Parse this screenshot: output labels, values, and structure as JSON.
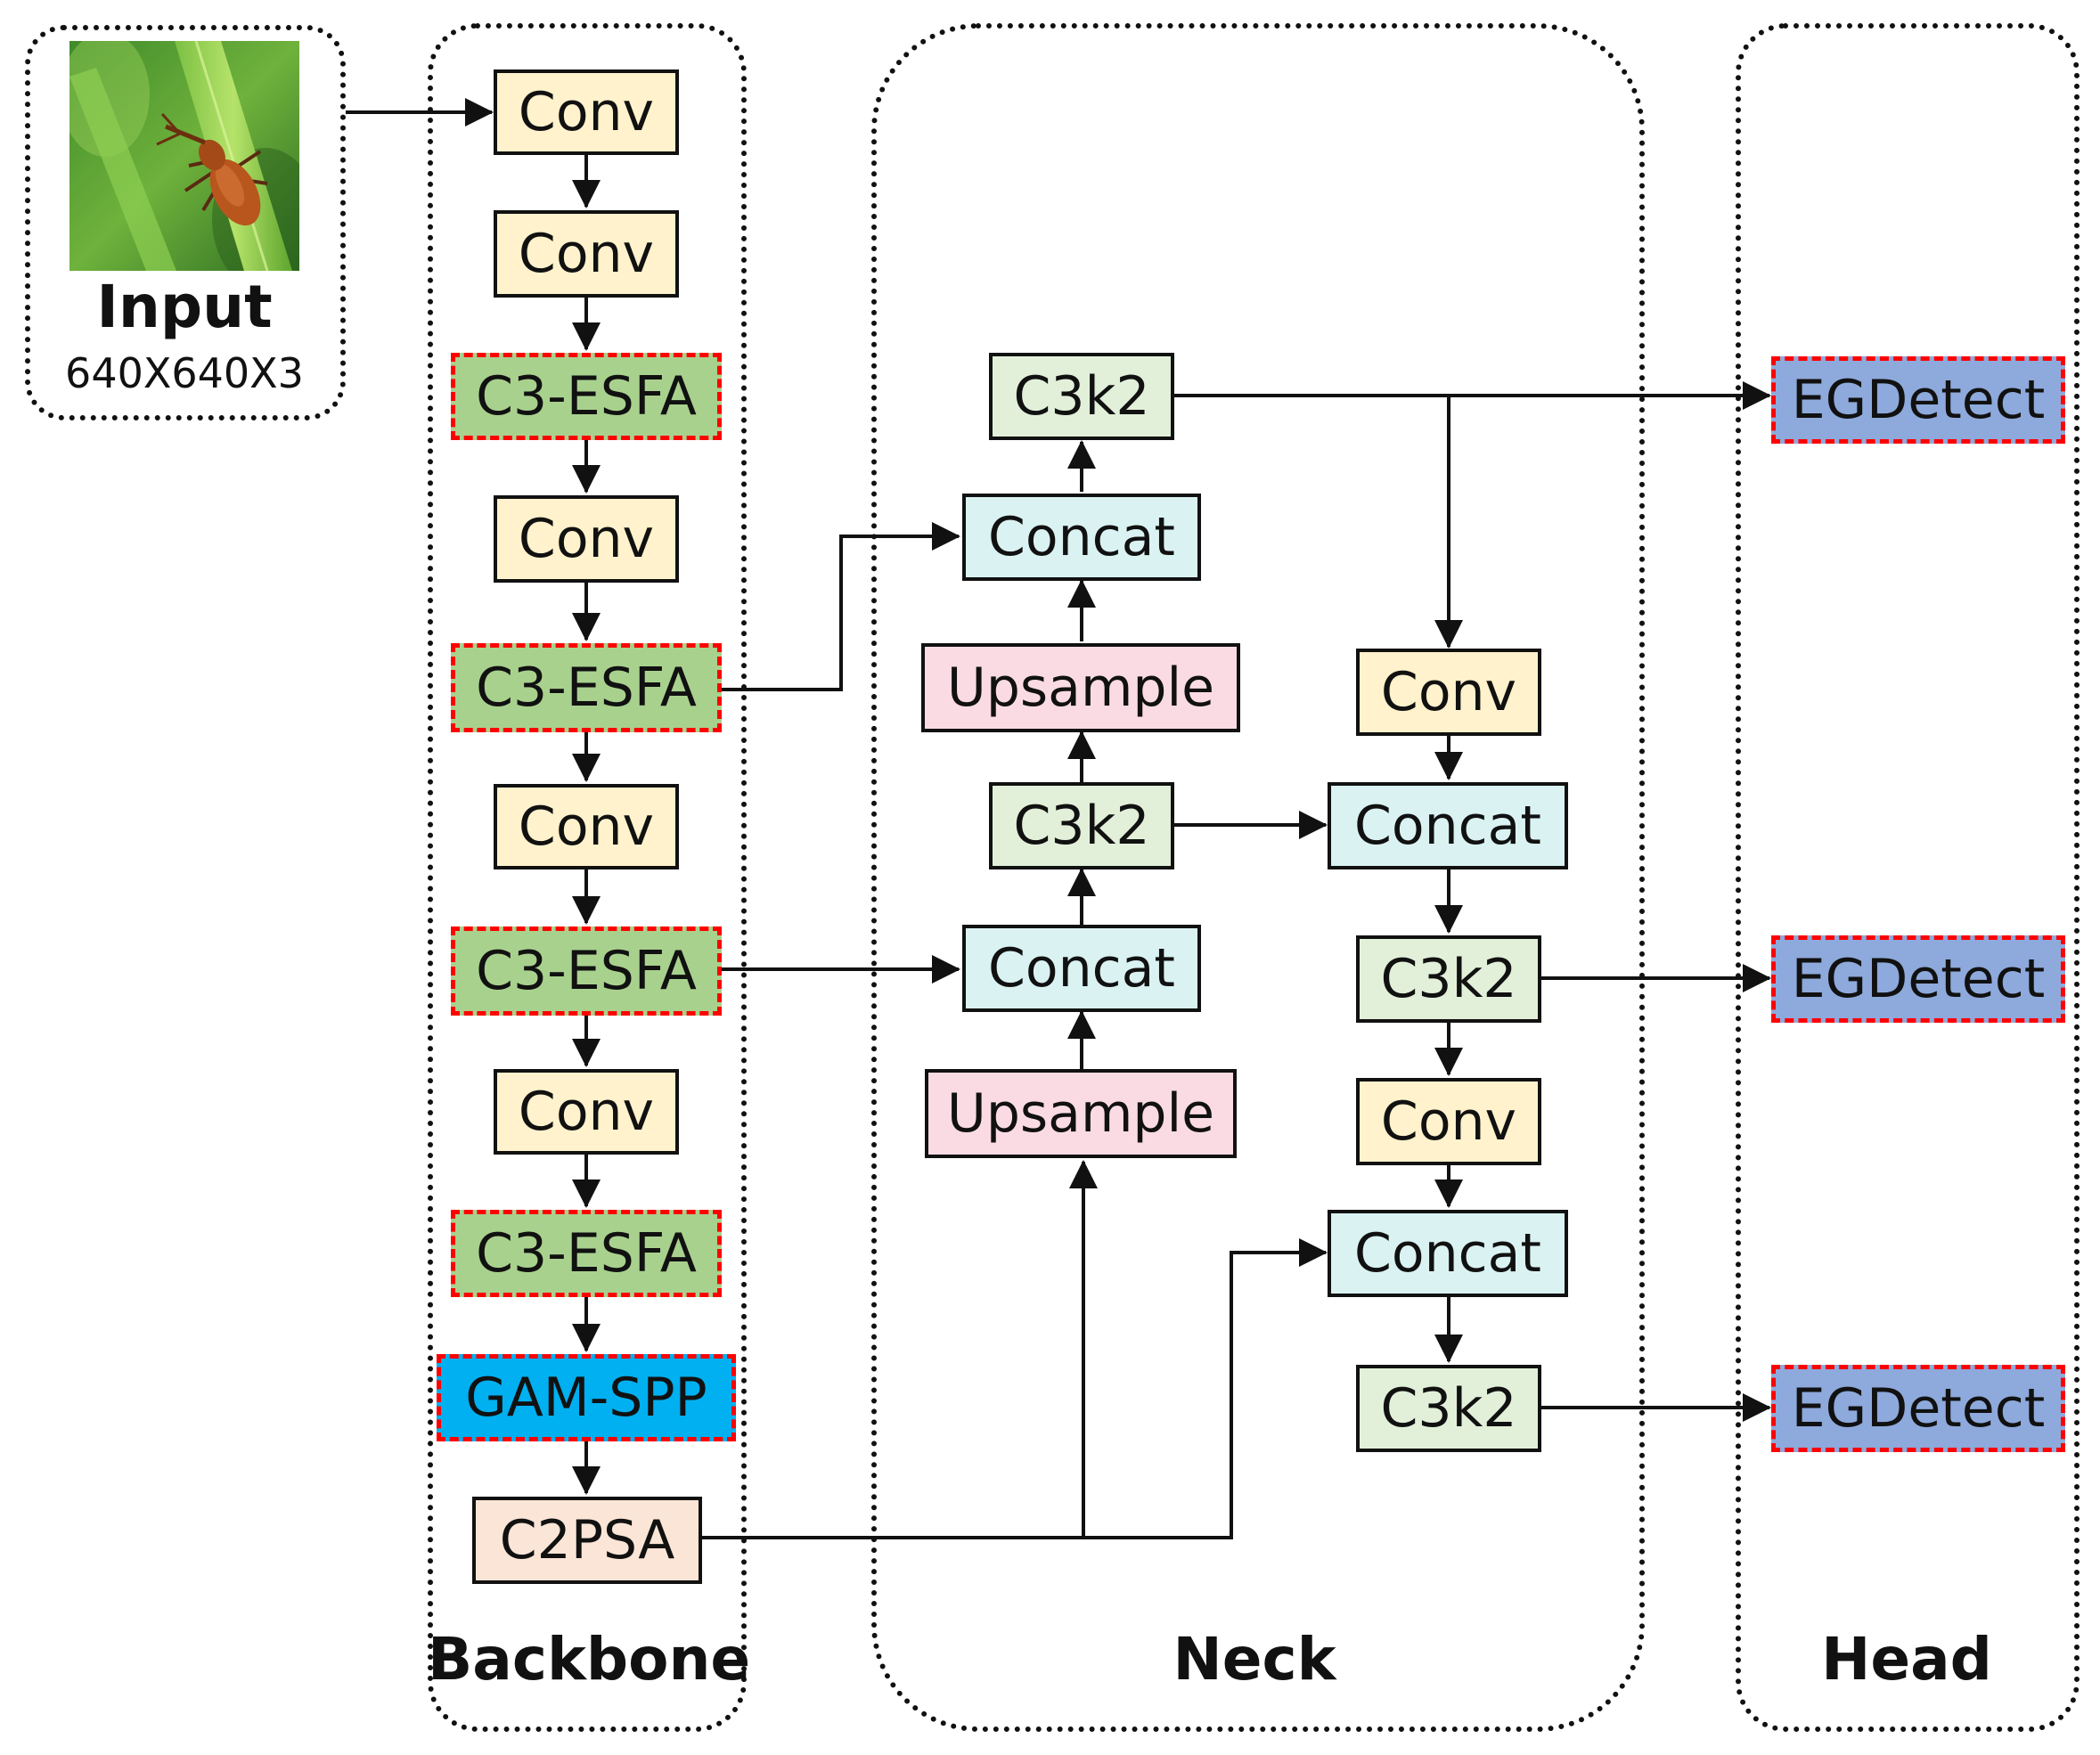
{
  "input": {
    "title": "Input",
    "size": "640X640X3"
  },
  "sections": {
    "backbone": "Backbone",
    "neck": "Neck",
    "head": "Head"
  },
  "colors": {
    "conv": "#fff2cc",
    "c3esfa": "#a9d18e",
    "gamspp": "#00b0f0",
    "c2psa": "#fbe5d6",
    "c3k2": "#e2f0d9",
    "concat": "#daf2f2",
    "upsample": "#fadbe4",
    "egdetect": "#8ea9db",
    "modified_border": "#ff0000"
  },
  "backbone": {
    "conv1": "Conv",
    "conv2": "Conv",
    "c3esfa1": "C3-ESFA",
    "conv3": "Conv",
    "c3esfa2": "C3-ESFA",
    "conv4": "Conv",
    "c3esfa3": "C3-ESFA",
    "conv5": "Conv",
    "c3esfa4": "C3-ESFA",
    "gamspp": "GAM-SPP",
    "c2psa": "C2PSA"
  },
  "neck": {
    "c3k2_top": "C3k2",
    "concat_top": "Concat",
    "upsample_top": "Upsample",
    "c3k2_mid": "C3k2",
    "concat_mid": "Concat",
    "upsample_bottom": "Upsample",
    "conv_r1": "Conv",
    "concat_r1": "Concat",
    "c3k2_r1": "C3k2",
    "conv_r2": "Conv",
    "concat_r2": "Concat",
    "c3k2_r2": "C3k2"
  },
  "head": {
    "egdetect1": "EGDetect",
    "egdetect2": "EGDetect",
    "egdetect3": "EGDetect"
  }
}
